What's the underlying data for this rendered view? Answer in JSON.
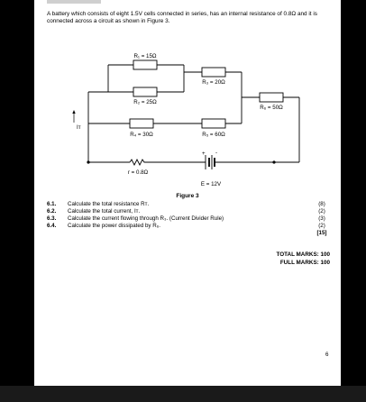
{
  "intro": "A battery which consists of eight 1.5V cells connected in series, has an internal resistance of 0.8Ω and it is connected across a circuit as shown in Figure 3.",
  "circuit": {
    "r1": "R₁ = 15Ω",
    "r2": "R₂ = 25Ω",
    "r3": "R₃ = 20Ω",
    "r4": "R₄ = 30Ω",
    "r5": "R₅ = 60Ω",
    "r6": "R₆ = 50Ω",
    "internal": "r = 0.8Ω",
    "emf": "E = 12V",
    "current": "Iᴛ",
    "plus": "+",
    "minus": "-"
  },
  "figure_caption": "Figure 3",
  "questions": [
    {
      "num": "6.1.",
      "text": "Calculate the total resistance Rᴛ.",
      "marks": "(8)"
    },
    {
      "num": "6.2.",
      "text": "Calculate the total current, Iᴛ.",
      "marks": "(2)"
    },
    {
      "num": "6.3.",
      "text": "Calculate the current flowing through R₃. (Current Divider Rule)",
      "marks": "(3)"
    },
    {
      "num": "6.4.",
      "text": "Calculate the power dissipated by R₆.",
      "marks": "(2)"
    }
  ],
  "question_total": "[15]",
  "total_marks": "TOTAL MARKS: 100",
  "full_marks": "FULL MARKS: 100",
  "page_number": "6"
}
